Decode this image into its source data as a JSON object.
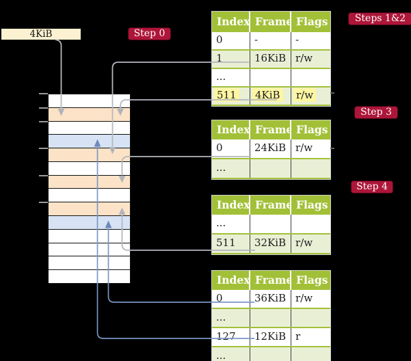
{
  "colors": {
    "bg": "#000000",
    "green": "#a2c037",
    "rowgreen": "#e9efd5",
    "yellow": "#fdf6a2",
    "badge": "#ad1639",
    "cream": "#fcf1d1",
    "peach": "#fce3c7",
    "mblue": "#d7e3f4",
    "arrow_gray": "#b4b8bd",
    "arrow_blue": "#7a95c6"
  },
  "frame_box": {
    "label": "4KiB"
  },
  "badges": {
    "step0": "Step 0",
    "steps12": "Steps 1&2",
    "step3": "Step 3",
    "step4": "Step 4"
  },
  "memory": {
    "rows": [
      "white",
      "peach",
      "white",
      "blue",
      "peach",
      "white",
      "peach",
      "white",
      "peach",
      "blue",
      "white",
      "white",
      "white",
      "white"
    ]
  },
  "tables": [
    {
      "name": "page-table-steps-1-2",
      "headers": [
        "Index",
        "Frame",
        "Flags"
      ],
      "rows": [
        {
          "cells": [
            "0",
            "-",
            "-"
          ]
        },
        {
          "cells": [
            "1",
            "16KiB",
            "r/w"
          ]
        },
        {
          "cells": [
            "...",
            "",
            ""
          ]
        },
        {
          "cells": [
            "511",
            "4KiB",
            "r/w"
          ],
          "highlight": true
        }
      ]
    },
    {
      "name": "page-table-step-3",
      "headers": [
        "Index",
        "Frame",
        "Flags"
      ],
      "rows": [
        {
          "cells": [
            "0",
            "24KiB",
            "r/w"
          ]
        },
        {
          "cells": [
            "...",
            "",
            ""
          ]
        }
      ]
    },
    {
      "name": "page-table-step-4a",
      "headers": [
        "Index",
        "Frame",
        "Flags"
      ],
      "rows": [
        {
          "cells": [
            "...",
            "",
            ""
          ]
        },
        {
          "cells": [
            "511",
            "32KiB",
            "r/w"
          ]
        }
      ]
    },
    {
      "name": "page-table-step-4b",
      "headers": [
        "Index",
        "Frame",
        "Flags"
      ],
      "rows": [
        {
          "cells": [
            "0",
            "36KiB",
            "r/w"
          ]
        },
        {
          "cells": [
            "...",
            "",
            ""
          ]
        },
        {
          "cells": [
            "127",
            "12KiB",
            "r"
          ]
        },
        {
          "cells": [
            "...",
            "",
            ""
          ]
        }
      ]
    }
  ]
}
